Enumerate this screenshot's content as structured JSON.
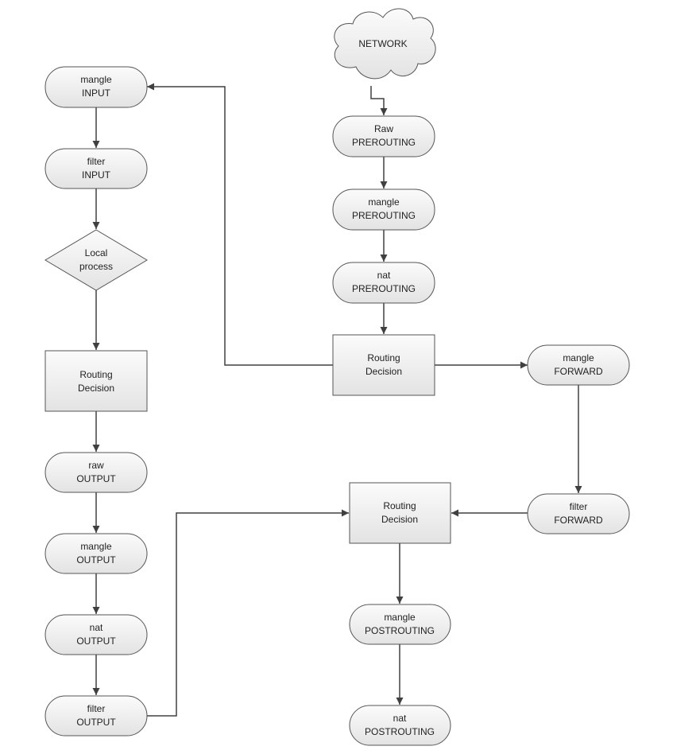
{
  "colors": {
    "node_fill_top": "#fbfbfb",
    "node_fill_bottom": "#e3e3e3",
    "stroke": "#555555",
    "edge": "#404040",
    "text": "#222222"
  },
  "nodes": {
    "network": {
      "line1": "NETWORK"
    },
    "raw_prerouting": {
      "line1": "Raw",
      "line2": "PREROUTING"
    },
    "mangle_prerouting": {
      "line1": "mangle",
      "line2": "PREROUTING"
    },
    "nat_prerouting": {
      "line1": "nat",
      "line2": "PREROUTING"
    },
    "routing_decision_1": {
      "line1": "Routing",
      "line2": "Decision"
    },
    "mangle_input": {
      "line1": "mangle",
      "line2": "INPUT"
    },
    "filter_input": {
      "line1": "filter",
      "line2": "INPUT"
    },
    "local_process": {
      "line1": "Local",
      "line2": "process"
    },
    "routing_decision_2": {
      "line1": "Routing",
      "line2": "Decision"
    },
    "raw_output": {
      "line1": "raw",
      "line2": "OUTPUT"
    },
    "mangle_output": {
      "line1": "mangle",
      "line2": "OUTPUT"
    },
    "nat_output": {
      "line1": "nat",
      "line2": "OUTPUT"
    },
    "filter_output": {
      "line1": "filter",
      "line2": "OUTPUT"
    },
    "mangle_forward": {
      "line1": "mangle",
      "line2": "FORWARD"
    },
    "filter_forward": {
      "line1": "filter",
      "line2": "FORWARD"
    },
    "routing_decision_3": {
      "line1": "Routing",
      "line2": "Decision"
    },
    "mangle_postrouting": {
      "line1": "mangle",
      "line2": "POSTROUTING"
    },
    "nat_postrouting": {
      "line1": "nat",
      "line2": "POSTROUTING"
    }
  }
}
